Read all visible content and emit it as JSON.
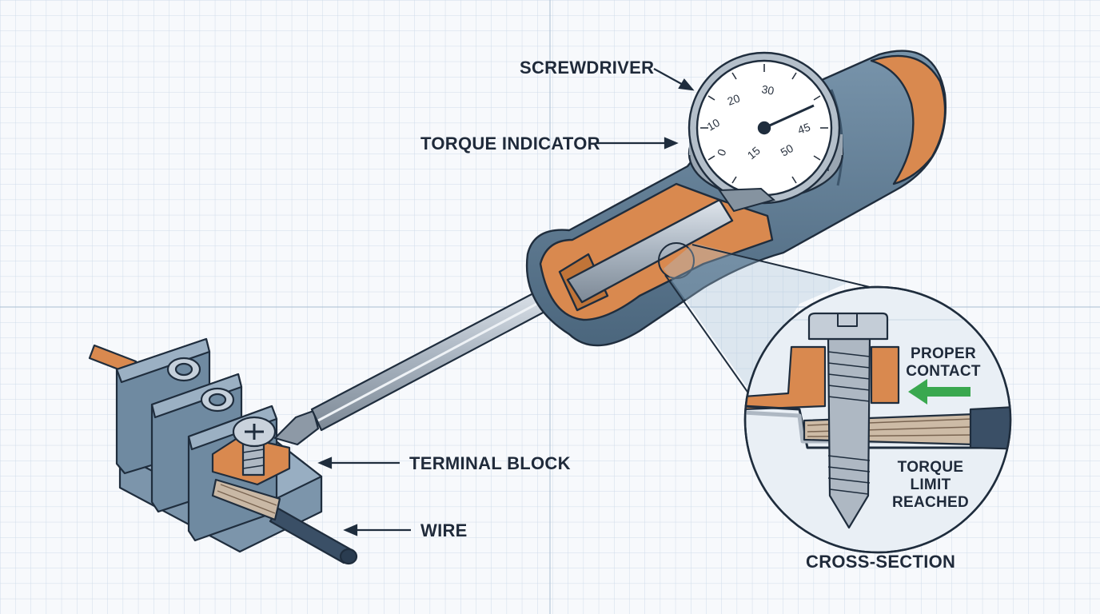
{
  "labels": {
    "screwdriver": "SCREWDRIVER",
    "torque_indicator": "TORQUE INDICATOR",
    "terminal_block": "TERMINAL BLOCK",
    "wire": "WIRE",
    "cross_section": "CROSS-SECTION",
    "proper_contact_line1": "PROPER",
    "proper_contact_line2": "CONTACT",
    "torque_limit_line1": "TORQUE",
    "torque_limit_line2": "LIMIT",
    "torque_limit_line3": "REACHED"
  },
  "gauge": {
    "ticks": [
      "0",
      "10",
      "20",
      "30",
      "45",
      "50",
      "15"
    ]
  },
  "colors": {
    "grid_minor": "#c9d9ea",
    "grid_major": "#9fb6cf",
    "handle_blue": "#5a7891",
    "handle_orange": "#d9894f",
    "steel": "#aeb8c3",
    "outline": "#1f2d3d",
    "arrow_green": "#3aa84f"
  },
  "icons": [
    "screw-head-icon",
    "gauge-dial-icon",
    "green-arrow-icon"
  ]
}
